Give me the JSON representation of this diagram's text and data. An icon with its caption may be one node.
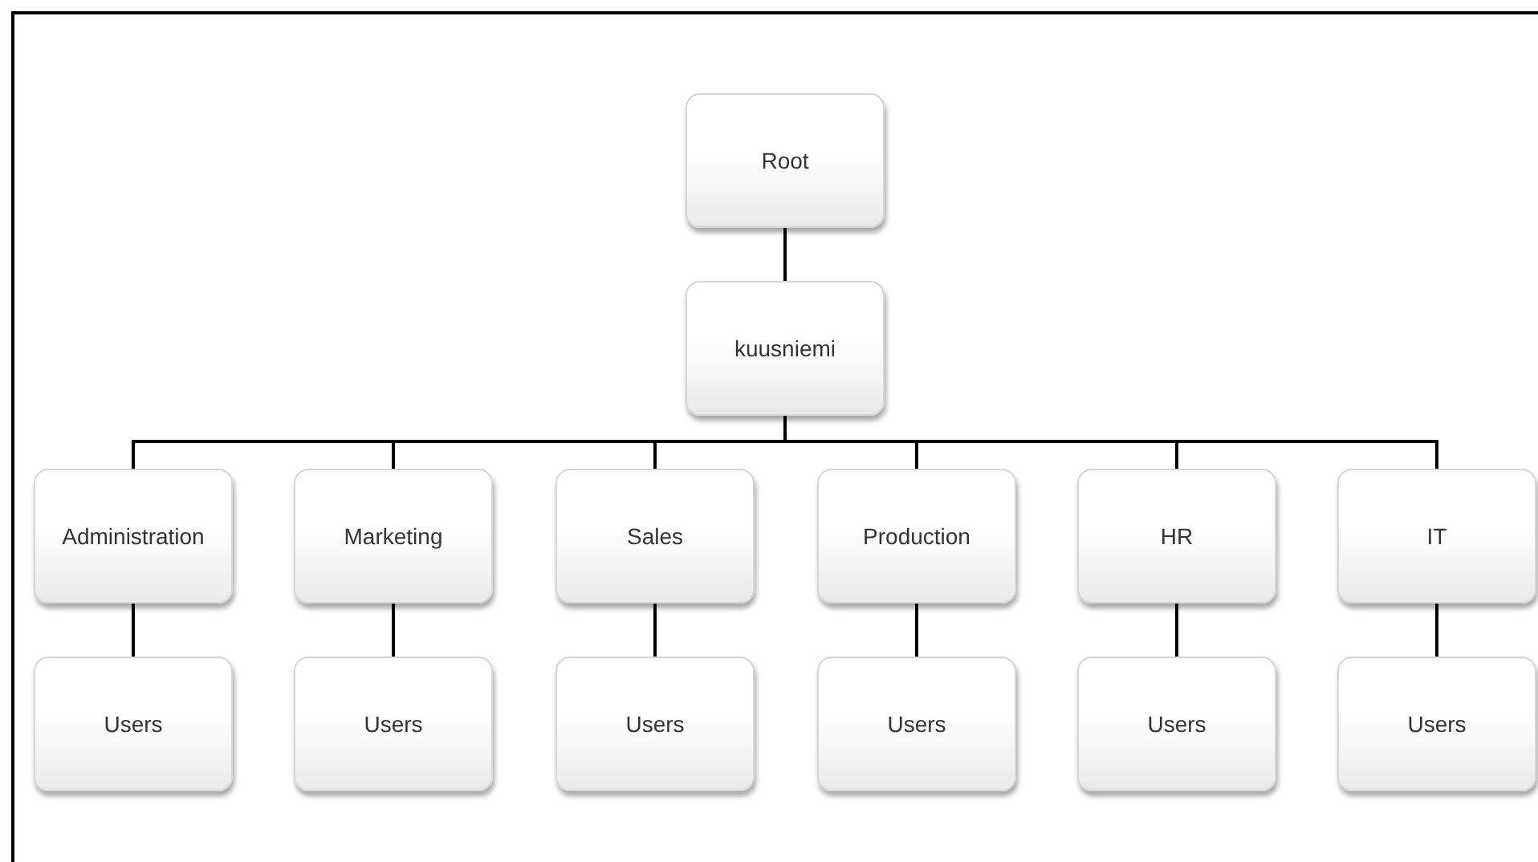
{
  "diagram": {
    "nodes": [
      {
        "text": [
          "Root"
        ]
      },
      {
        "text": [
          "kuusniemi"
        ]
      },
      {
        "text": [
          "Administration"
        ]
      },
      {
        "text": [
          "Marketing"
        ]
      },
      {
        "text": [
          "Sales"
        ]
      },
      {
        "text": [
          "Production"
        ]
      },
      {
        "text": [
          "HR"
        ]
      },
      {
        "text": [
          "IT"
        ]
      },
      {
        "text": [
          "Users"
        ]
      },
      {
        "text": [
          "Users"
        ]
      },
      {
        "text": [
          "Users"
        ]
      },
      {
        "text": [
          "Users"
        ]
      },
      {
        "text": [
          "Users"
        ]
      },
      {
        "text": [
          "Users"
        ]
      }
    ],
    "edges": [
      {
        "from": 0,
        "to": 1,
        "arrow": "none"
      },
      {
        "from": 1,
        "to": 2,
        "arrow": "none"
      },
      {
        "from": 1,
        "to": 3,
        "arrow": "none"
      },
      {
        "from": 1,
        "to": 4,
        "arrow": "none"
      },
      {
        "from": 1,
        "to": 5,
        "arrow": "none"
      },
      {
        "from": 1,
        "to": 6,
        "arrow": "none"
      },
      {
        "from": 1,
        "to": 7,
        "arrow": "none"
      },
      {
        "from": 2,
        "to": 8,
        "arrow": "none"
      },
      {
        "from": 3,
        "to": 9,
        "arrow": "none"
      },
      {
        "from": 4,
        "to": 10,
        "arrow": "none"
      },
      {
        "from": 5,
        "to": 11,
        "arrow": "none"
      },
      {
        "from": 6,
        "to": 12,
        "arrow": "none"
      },
      {
        "from": 7,
        "to": 13,
        "arrow": "none"
      }
    ]
  }
}
